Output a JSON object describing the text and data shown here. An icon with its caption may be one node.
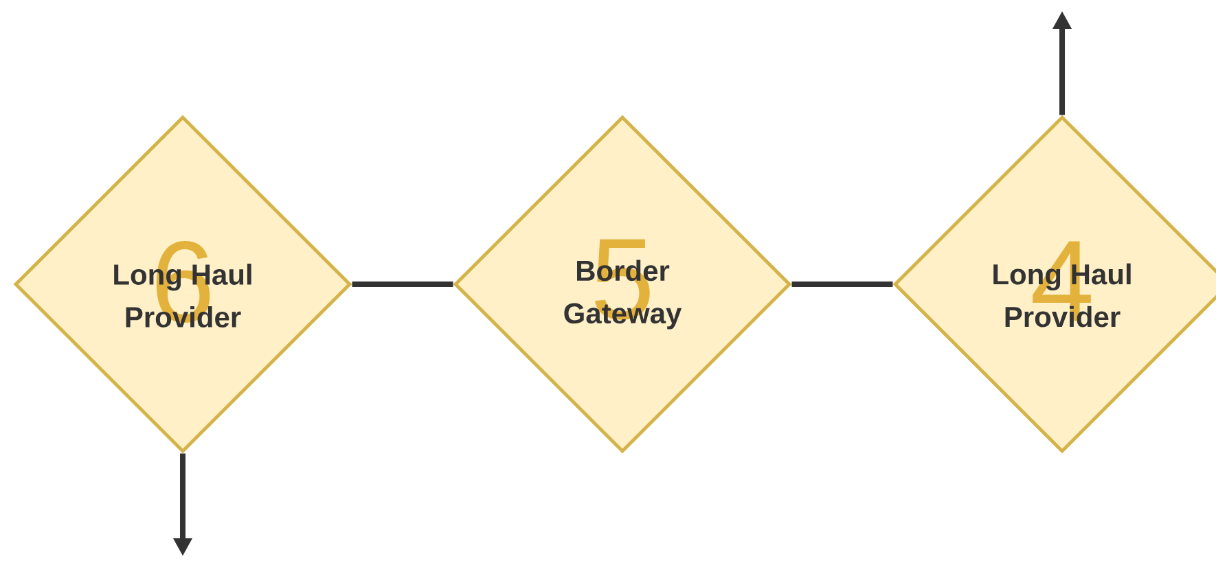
{
  "diagram": {
    "nodes": [
      {
        "text": [
          "6",
          "Long Haul Provider"
        ]
      },
      {
        "text": [
          "5",
          "Border Gateway"
        ]
      },
      {
        "text": [
          "4",
          "Long Haul Provider"
        ]
      }
    ],
    "edges": [
      {
        "from": 0,
        "to": 1,
        "arrow": "none"
      },
      {
        "from": 1,
        "to": 2,
        "arrow": "none"
      },
      {
        "from": 0,
        "to": null,
        "arrow": "to"
      },
      {
        "from": 2,
        "to": null,
        "arrow": "to"
      }
    ]
  }
}
